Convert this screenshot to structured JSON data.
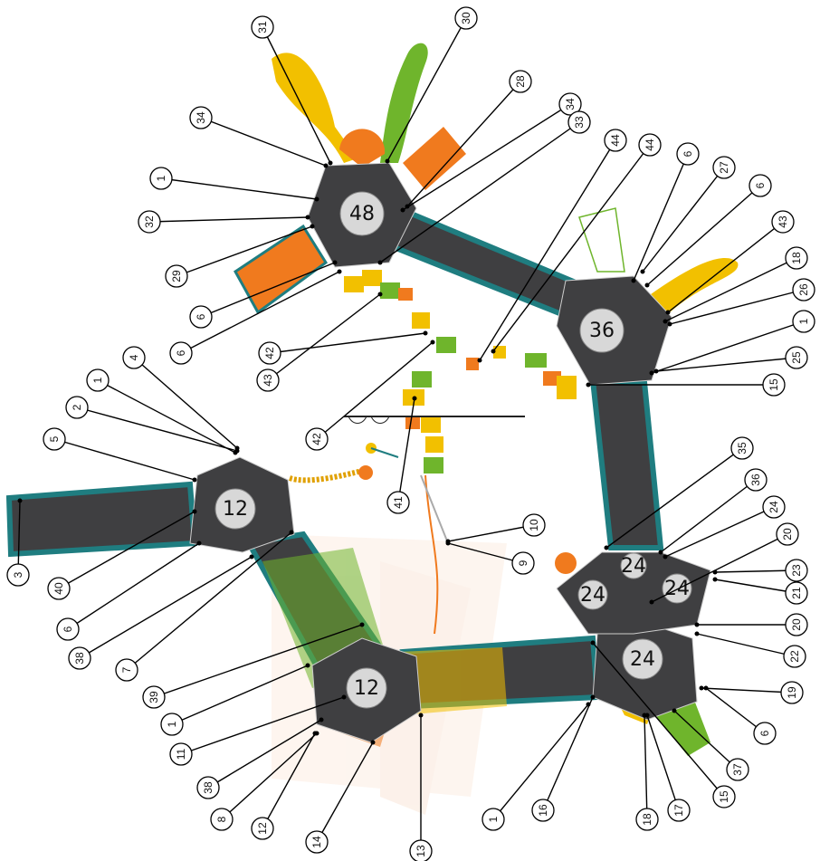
{
  "colors": {
    "deck": "#3f3f41",
    "deck_edge": "#1f7d80",
    "yellow": "#f2c000",
    "green": "#6fb52c",
    "orange": "#f07a1e",
    "hub_circle": "#d8d8d8"
  },
  "hubs": [
    {
      "id": "hub-48",
      "label": "48"
    },
    {
      "id": "hub-36",
      "label": "36"
    },
    {
      "id": "hub-12-top",
      "label": "12"
    },
    {
      "id": "hub-12-bottom",
      "label": "12"
    },
    {
      "id": "hub-24-large",
      "label": "24"
    },
    {
      "id": "hub-24-a",
      "label": "24"
    },
    {
      "id": "hub-24-b",
      "label": "24"
    },
    {
      "id": "hub-24-c",
      "label": "24"
    }
  ],
  "callouts": [
    "31",
    "30",
    "28",
    "34",
    "33",
    "44",
    "44",
    "6",
    "27",
    "6",
    "43",
    "18",
    "26",
    "1",
    "25",
    "15",
    "34",
    "1",
    "32",
    "29",
    "6",
    "6",
    "43",
    "42",
    "42",
    "41",
    "4",
    "1",
    "2",
    "5",
    "3",
    "40",
    "6",
    "38",
    "7",
    "39",
    "1",
    "11",
    "38",
    "8",
    "12",
    "14",
    "13",
    "10",
    "9",
    "35",
    "36",
    "24",
    "20",
    "23",
    "21",
    "20",
    "22",
    "19",
    "6",
    "37",
    "17",
    "18",
    "16",
    "1",
    "15"
  ]
}
